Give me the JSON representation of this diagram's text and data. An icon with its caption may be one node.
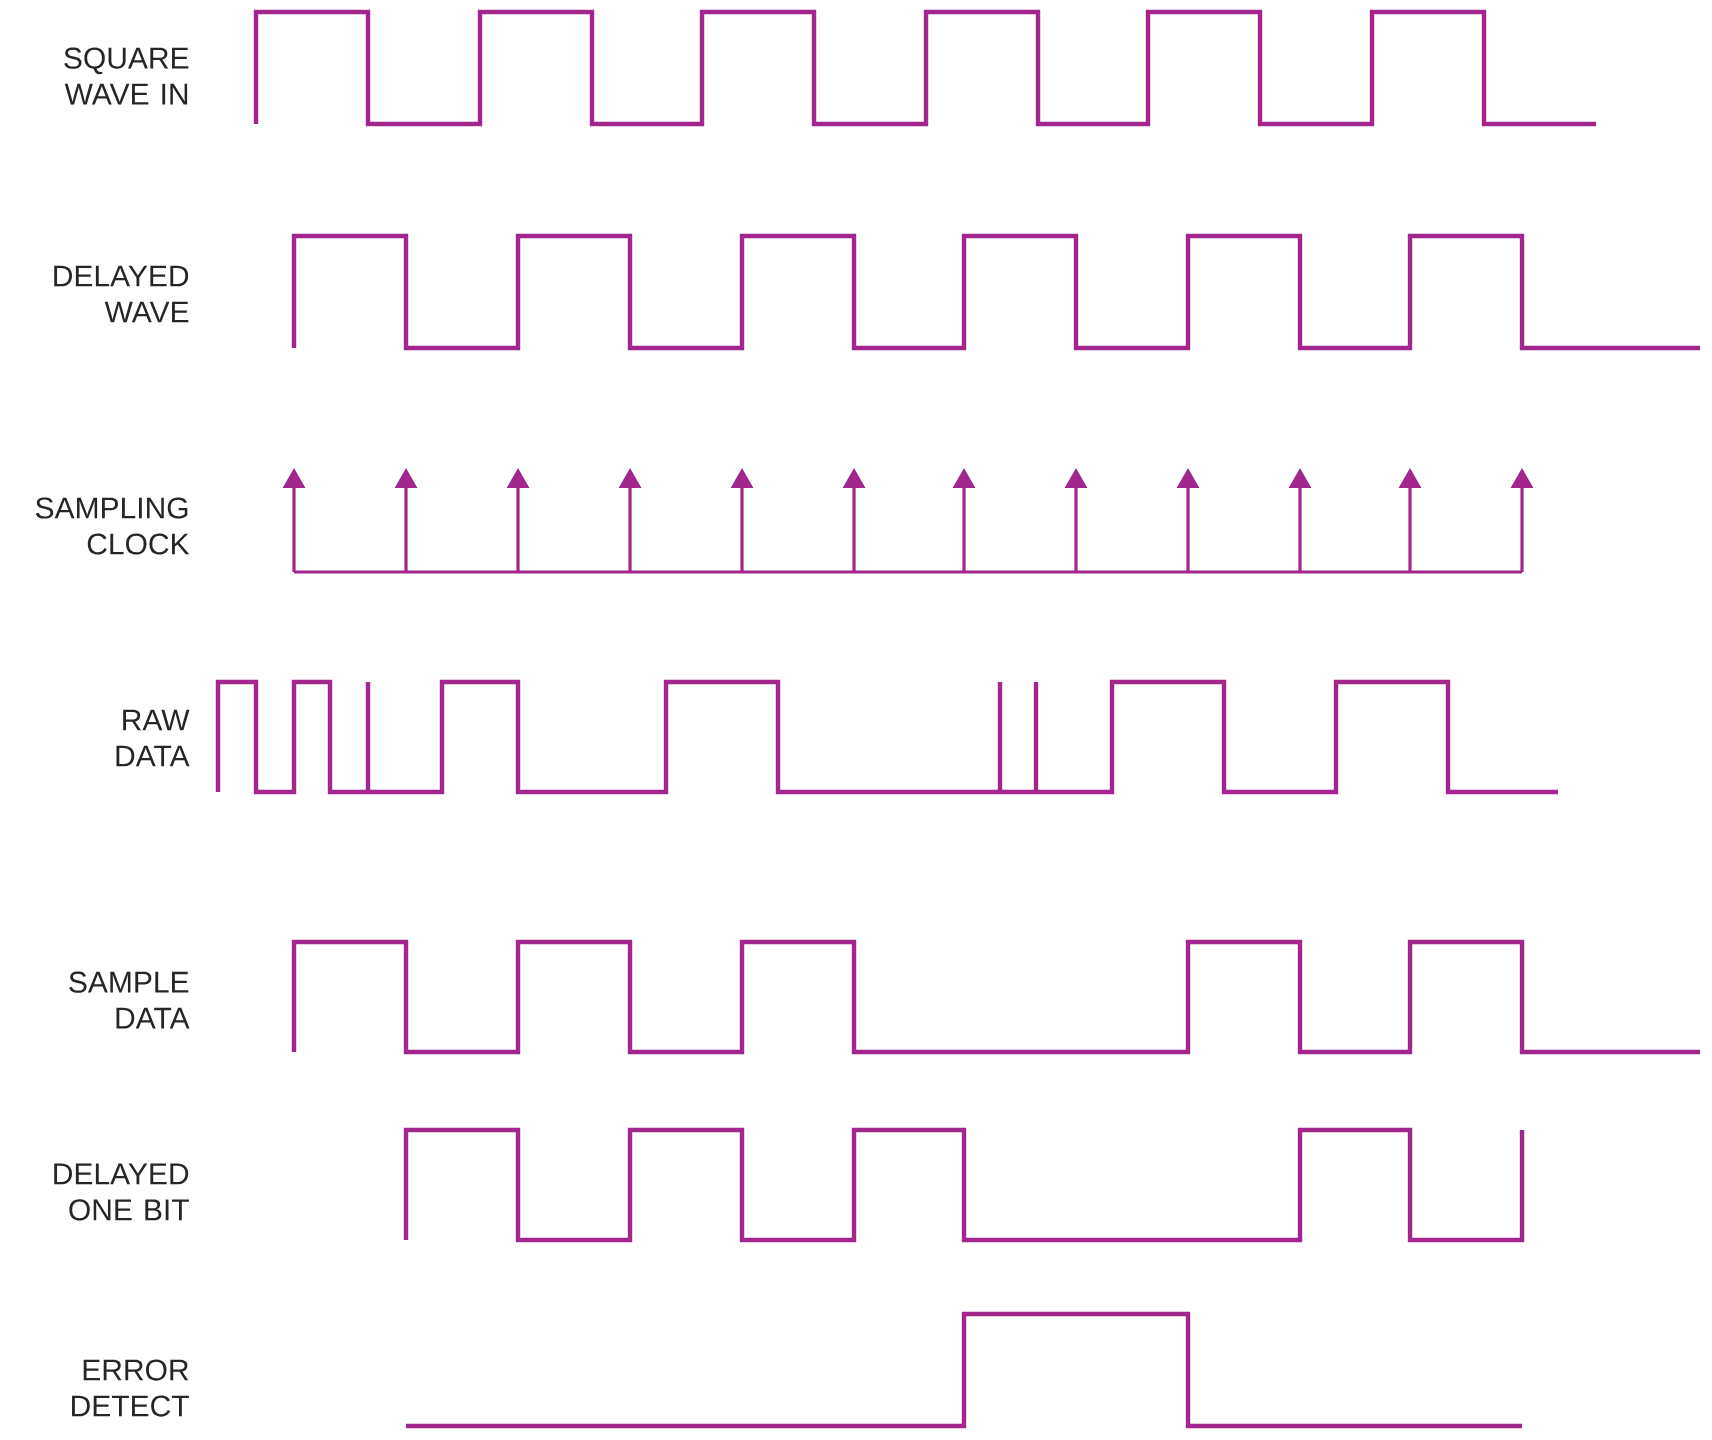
{
  "diagram": {
    "labels": [
      "SQUARE WAVE IN",
      "DELAYED WAVE",
      "SAMPLING CLOCK",
      "RAW DATA",
      "SAMPLE DATA",
      "DELAYED ONE BIT",
      "ERROR DETECT"
    ]
  }
}
